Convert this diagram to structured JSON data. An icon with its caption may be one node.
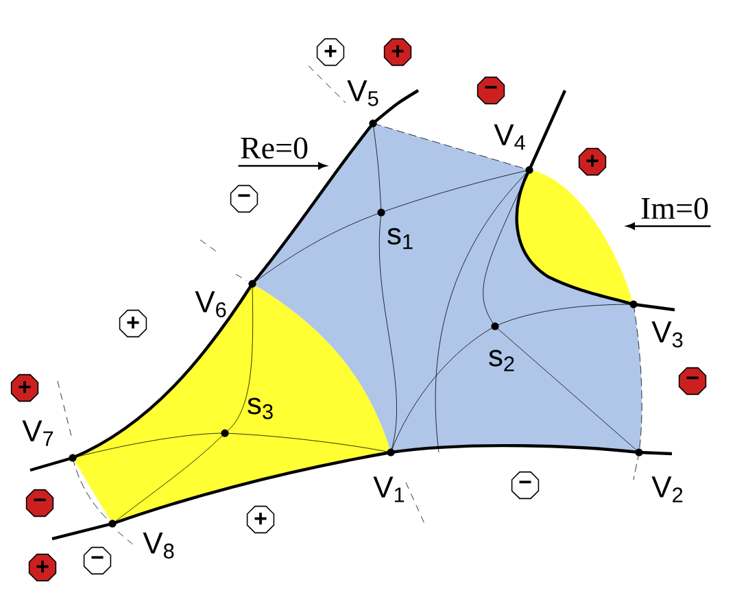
{
  "diagram": {
    "nodes": [
      {
        "text": [
          "+"
        ]
      },
      {
        "text": [
          "+"
        ]
      },
      {
        "text": [
          "−"
        ]
      },
      {
        "text": [
          "Re=0"
        ]
      },
      {
        "text": [
          "+"
        ]
      },
      {
        "text": [
          "Im=0"
        ]
      },
      {
        "text": [
          "−"
        ]
      },
      {
        "text": [
          "+"
        ]
      },
      {
        "text": [
          "−"
        ]
      },
      {
        "text": [
          "+"
        ]
      },
      {
        "text": [
          "−"
        ]
      },
      {
        "text": [
          "−"
        ]
      },
      {
        "text": [
          "+"
        ]
      },
      {
        "text": [
          "−"
        ]
      },
      {
        "text": [
          "+"
        ]
      }
    ],
    "edges": [
      {
        "from": 3,
        "to": null,
        "arrow": "to"
      },
      {
        "from": 5,
        "to": null,
        "arrow": "to"
      }
    ],
    "labels": [
      "V$_{5}$",
      "V$_{4}$",
      "s$_{1}$",
      "V$_{6}$",
      "V$_{3}$",
      "s$_{2}$",
      "s$_{3}$",
      "V$_{7}$",
      "V$_{1}$",
      "V$_{2}$",
      "V$_{8}$"
    ]
  }
}
